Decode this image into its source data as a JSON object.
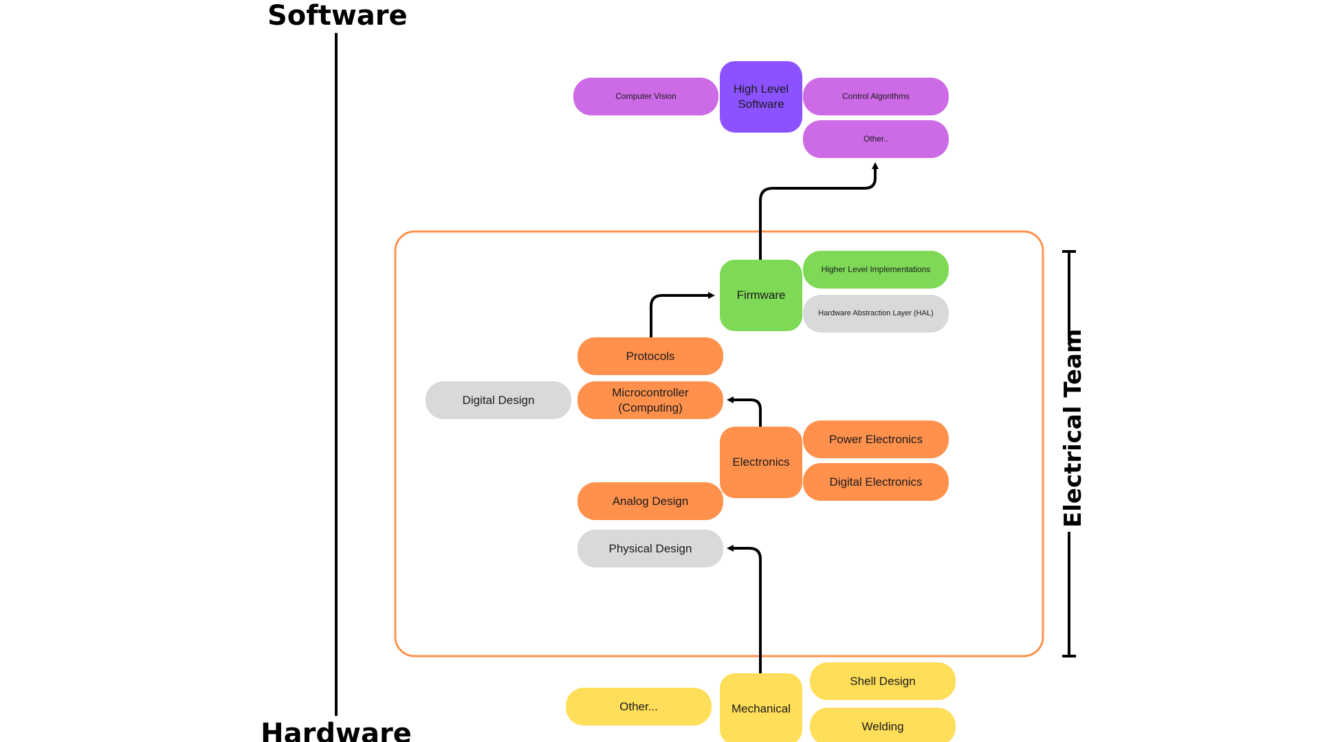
{
  "axis": {
    "top_label": "Software",
    "bottom_label": "Hardware"
  },
  "team": {
    "label": "Electrical Team",
    "frame_color": "#ff914d"
  },
  "colors": {
    "software_light": "#cd6ae6",
    "software_dark": "#8c52ff",
    "firmware": "#7ed957",
    "neutral": "#d9d9d9",
    "electrical": "#ff914d",
    "mechanical": "#ffde59"
  },
  "nodes": {
    "computer_vision": "Computer Vision",
    "high_level_software": "High Level\nSoftware",
    "control_algorithms": "Control Algorithms",
    "software_other": "Other..",
    "firmware": "Firmware",
    "higher_level_implementations": "Higher Level Implementations",
    "hal": "Hardware Abstraction Layer (HAL)",
    "protocols": "Protocols",
    "digital_design": "Digital Design",
    "microcontroller": "Microcontroller\n(Computing)",
    "electronics": "Electronics",
    "power_electronics": "Power Electronics",
    "digital_electronics": "Digital Electronics",
    "analog_design": "Analog Design",
    "physical_design": "Physical Design",
    "mechanical": "Mechanical",
    "mechanical_other": "Other...",
    "shell_design": "Shell Design",
    "welding": "Welding"
  }
}
